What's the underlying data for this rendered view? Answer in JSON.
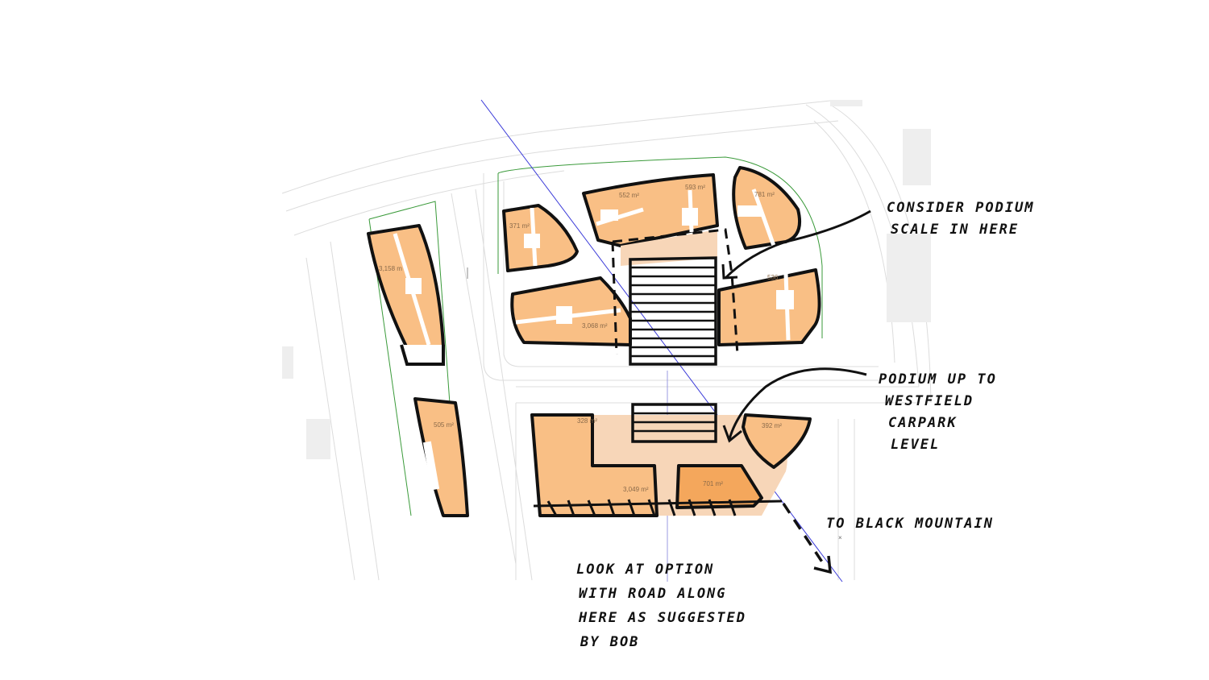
{
  "colors": {
    "block_fill": "#f9bf85",
    "block_fill_dark": "#f4a75c",
    "podium_fill": "#f7d6b8",
    "ink": "#111111",
    "grid_line": "#3b3bd9",
    "site_boundary": "#3a9a3a"
  },
  "area_labels": {
    "a1": "552 m²",
    "a2": "593 m²",
    "a3": "781 m²",
    "a4": "371 m²",
    "a5": "3,158 m",
    "a6": "3,068 m²",
    "a7": "536",
    "a8": "505 m²",
    "a9": "328 m²",
    "a10": "392 m²",
    "a11": "3,049 m²",
    "a12": "701 m²"
  },
  "annotations": {
    "podium_scale": [
      "CONSIDER PODIUM",
      "SCALE IN HERE"
    ],
    "podium_westfield": [
      "PODIUM UP TO",
      "WESTFIELD",
      "CARPARK",
      "LEVEL"
    ],
    "black_mountain": "TO BLACK MOUNTAIN",
    "road_option": [
      "LOOK AT OPTION",
      "WITH ROAD ALONG",
      "HERE AS SUGGESTED",
      "BY BOB"
    ]
  }
}
